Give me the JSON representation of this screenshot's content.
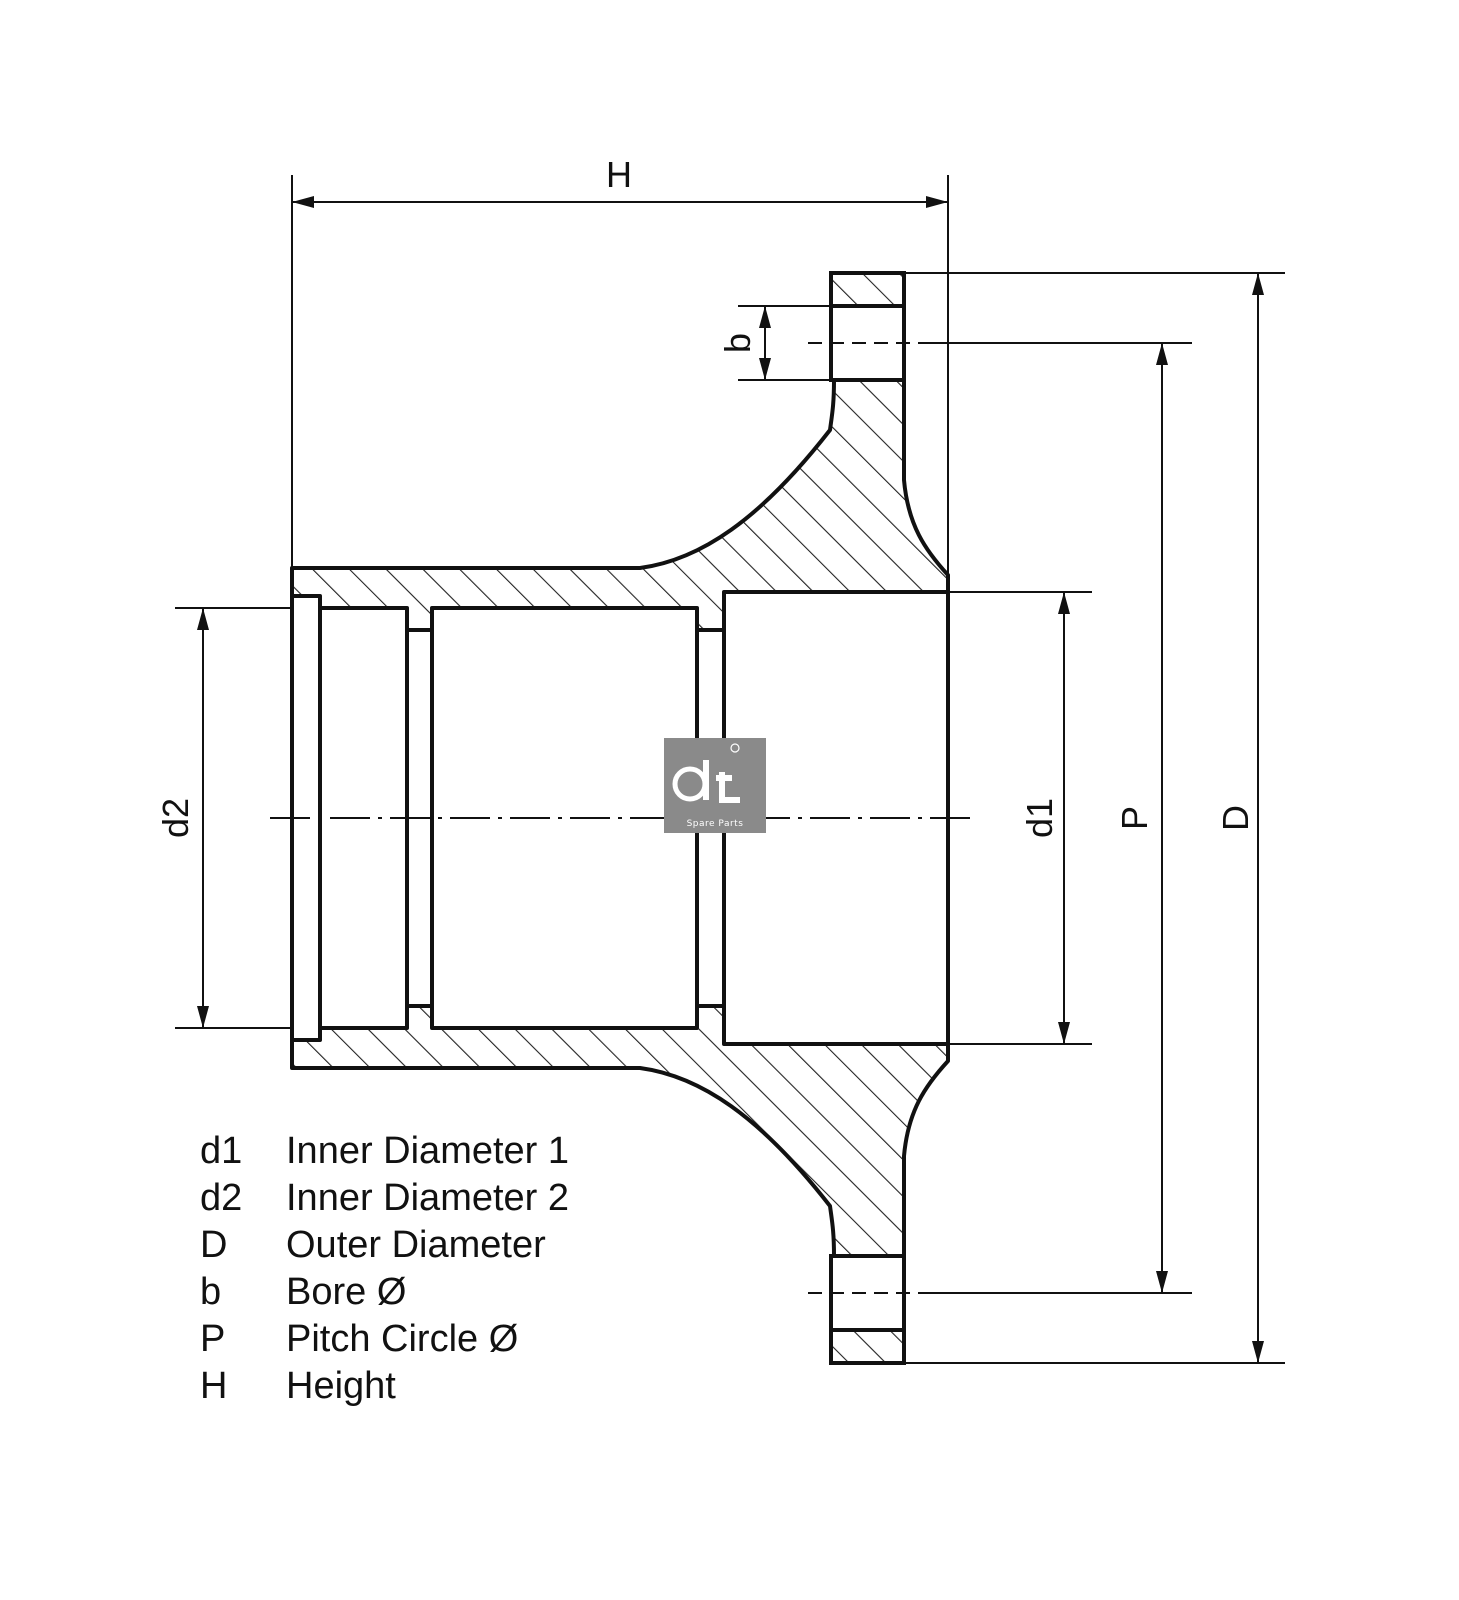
{
  "dimensions": {
    "H": "H",
    "b": "b",
    "d2": "d2",
    "d1": "d1",
    "P": "P",
    "D": "D"
  },
  "legend": [
    {
      "key": "d1",
      "label": "Inner Diameter 1"
    },
    {
      "key": "d2",
      "label": "Inner Diameter 2"
    },
    {
      "key": "D",
      "label": "Outer Diameter"
    },
    {
      "key": "b",
      "label": "Bore Ø"
    },
    {
      "key": "P",
      "label": "Pitch Circle Ø"
    },
    {
      "key": "H",
      "label": "Height"
    }
  ],
  "logo": {
    "icon": "dt-spare-parts-logo",
    "caption": "Spare Parts",
    "color": "#8a8a8a"
  },
  "colors": {
    "line": "#111111",
    "hatch": "#222222",
    "background": "#ffffff"
  }
}
